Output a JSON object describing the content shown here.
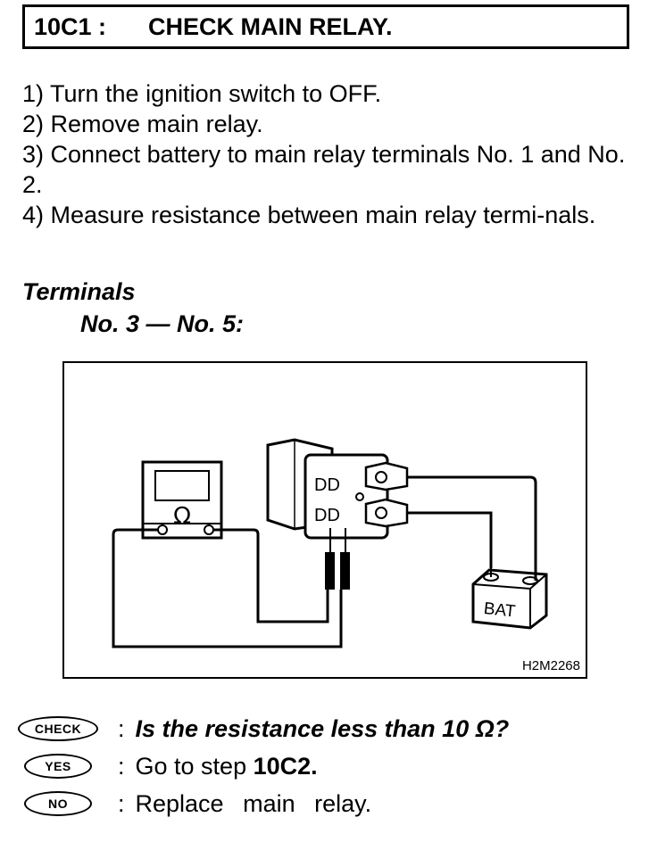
{
  "header": {
    "code": "10C1 :",
    "title": "CHECK MAIN RELAY."
  },
  "steps": [
    "1)  Turn the ignition switch to OFF.",
    "2)  Remove main relay.",
    "3)  Connect battery to main relay terminals No. 1 and No. 2.",
    "4)  Measure resistance between main relay termi-nals."
  ],
  "terminals": {
    "heading": "Terminals",
    "value": "No. 3 — No. 5:"
  },
  "figure": {
    "meter_symbol": "Ω",
    "battery_label": "BAT",
    "figure_id": "H2M2268"
  },
  "decision": {
    "check_label": "CHECK",
    "check_text": "Is the resistance less than 10 Ω?",
    "yes_label": "YES",
    "yes_text_prefix": "Go to step ",
    "yes_step": "10C2",
    "yes_text_suffix": ".",
    "no_label": "NO",
    "no_text": "Replace main relay.",
    "colon": ":"
  }
}
